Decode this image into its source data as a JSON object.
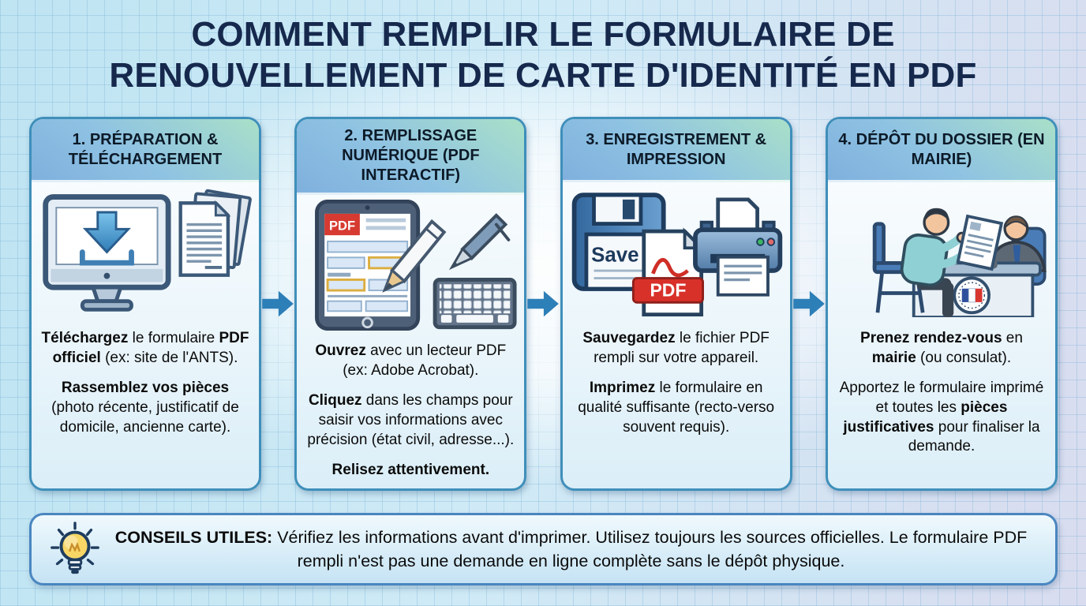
{
  "page": {
    "title_line1": "COMMENT REMPLIR LE FORMULAIRE DE",
    "title_line2": "RENOUVELLEMENT DE CARTE D'IDENTITÉ EN PDF"
  },
  "colors": {
    "title_navy": "#16294d",
    "card_border_blue": "#3f8fba",
    "header_gradient_teal": "#a9e0c8",
    "header_gradient_blue": "#7fb0de",
    "arrow_blue": "#2d7fb8",
    "pdf_red": "#d8312a",
    "background_blue": "#cde9f4"
  },
  "steps": [
    {
      "title": "1. PRÉPARATION & TÉLÉCHARGEMENT",
      "icon": "monitor-download-and-documents",
      "paragraphs": [
        [
          {
            "t": "Téléchargez",
            "b": 1
          },
          {
            "t": " le formulaire ",
            "b": 0
          },
          {
            "t": "PDF officiel",
            "b": 1
          },
          {
            "t": " (ex: site de l'ANTS).",
            "b": 0
          }
        ],
        [
          {
            "t": "Rassemblez vos pièces",
            "b": 1
          },
          {
            "t": " (photo récente, justificatif de domicile, ancienne carte).",
            "b": 0
          }
        ]
      ]
    },
    {
      "title": "2. REMPLISSAGE NUMÉRIQUE (PDF INTERACTIF)",
      "icon": "tablet-pdf-form-pencil-pen-keyboard",
      "paragraphs": [
        [
          {
            "t": "Ouvrez",
            "b": 1
          },
          {
            "t": " avec un lecteur PDF (ex: Adobe Acrobat).",
            "b": 0
          }
        ],
        [
          {
            "t": "Cliquez",
            "b": 1
          },
          {
            "t": " dans les champs pour saisir vos informations avec précision (état civil, adresse...).",
            "b": 0
          }
        ],
        [
          {
            "t": "Relisez attentivement.",
            "b": 1
          }
        ]
      ]
    },
    {
      "title": "3. ENREGISTREMENT & IMPRESSION",
      "icon": "save-floppy-pdf-file-and-printer",
      "paragraphs": [
        [
          {
            "t": "Sauvegardez",
            "b": 1
          },
          {
            "t": " le fichier PDF rempli sur votre appareil.",
            "b": 0
          }
        ],
        [
          {
            "t": "Imprimez",
            "b": 1
          },
          {
            "t": " le formulaire en qualité suffisante (recto-verso souvent requis).",
            "b": 0
          }
        ]
      ]
    },
    {
      "title": "4. DÉPÔT DU DOSSIER (EN MAIRIE)",
      "icon": "citizen-submitting-documents-at-mairie-desk",
      "paragraphs": [
        [
          {
            "t": "Prenez rendez-vous",
            "b": 1
          },
          {
            "t": " en ",
            "b": 0
          },
          {
            "t": "mairie",
            "b": 1
          },
          {
            "t": " (ou consulat).",
            "b": 0
          }
        ],
        [
          {
            "t": "Apportez le formulaire imprimé et toutes les ",
            "b": 0
          },
          {
            "t": "pièces justificatives",
            "b": 1
          },
          {
            "t": " pour finaliser la demande.",
            "b": 0
          }
        ]
      ]
    }
  ],
  "icons": {
    "tablet_pdf_badge": "PDF",
    "floppy_save_label": "Save",
    "pdf_file_label": "PDF"
  },
  "tips": {
    "paragraphs": [
      [
        {
          "t": "CONSEILS UTILES:",
          "b": 1
        },
        {
          "t": " Vérifiez les informations avant d'imprimer. Utilisez toujours les sources officielles. Le formulaire PDF rempli n'est pas une demande en ligne complète sans le dépôt physique.",
          "b": 0
        }
      ]
    ]
  }
}
